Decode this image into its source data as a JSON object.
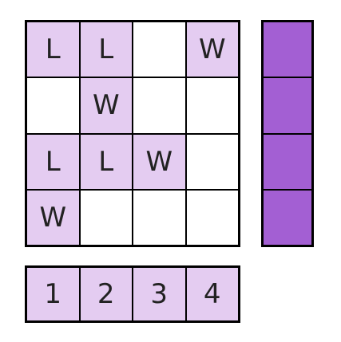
{
  "colors": {
    "filled_cell": "#e4ccf1",
    "empty_cell": "#ffffff",
    "side_column": "#a35fd3",
    "border": "#000000"
  },
  "grid": {
    "rows": [
      [
        {
          "text": "L",
          "filled": true
        },
        {
          "text": "L",
          "filled": true
        },
        {
          "text": "",
          "filled": false
        },
        {
          "text": "W",
          "filled": true
        }
      ],
      [
        {
          "text": "",
          "filled": false
        },
        {
          "text": "W",
          "filled": true
        },
        {
          "text": "",
          "filled": false
        },
        {
          "text": "",
          "filled": false
        }
      ],
      [
        {
          "text": "L",
          "filled": true
        },
        {
          "text": "L",
          "filled": true
        },
        {
          "text": "W",
          "filled": true
        },
        {
          "text": "",
          "filled": false
        }
      ],
      [
        {
          "text": "W",
          "filled": true
        },
        {
          "text": "",
          "filled": false
        },
        {
          "text": "",
          "filled": false
        },
        {
          "text": "",
          "filled": false
        }
      ]
    ]
  },
  "side_column": {
    "filled_count": 4
  },
  "number_row": [
    "1",
    "2",
    "3",
    "4"
  ]
}
